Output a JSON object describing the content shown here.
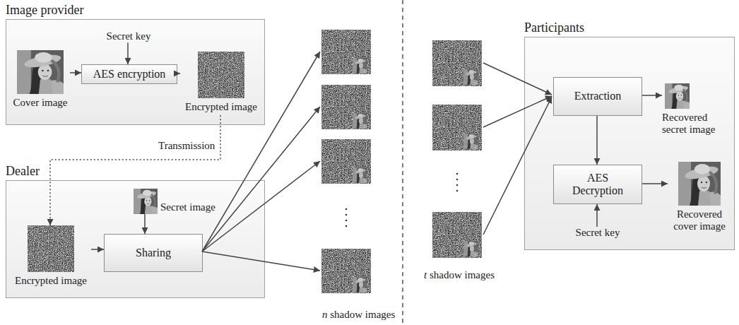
{
  "diagram": {
    "nodes": [
      {
        "text": [
          "Image provider"
        ]
      },
      {
        "text": [
          "Cover image"
        ],
        "in": 0
      },
      {
        "text": [
          "Secret key"
        ],
        "in": 0
      },
      {
        "text": [
          "AES encryption"
        ],
        "in": 0
      },
      {
        "text": [
          "Encrypted image"
        ],
        "in": 0
      },
      {
        "text": [
          "Dealer"
        ]
      },
      {
        "text": [
          "Secret image"
        ],
        "in": 5
      },
      {
        "text": [
          "Encrypted image"
        ],
        "in": 5
      },
      {
        "text": [
          "Sharing"
        ],
        "in": 5
      },
      {
        "text": [
          "Participants"
        ]
      },
      {
        "text": [
          "Extraction"
        ],
        "in": 9
      },
      {
        "text": [
          "Recovered secret image"
        ],
        "in": 9
      },
      {
        "text": [
          "AES Decryption"
        ],
        "in": 9
      },
      {
        "text": [
          "Recovered cover image"
        ],
        "in": 9
      },
      {
        "text": [
          "Secret key"
        ],
        "in": 9
      }
    ],
    "edges": [
      {
        "from": 1,
        "to": 3,
        "arrow": "to"
      },
      {
        "from": 2,
        "to": 3,
        "arrow": "to"
      },
      {
        "from": 3,
        "to": 4,
        "arrow": "to"
      },
      {
        "from": 4,
        "to": 7,
        "label": "Transmission",
        "arrow": "to"
      },
      {
        "from": 6,
        "to": 8,
        "arrow": "to"
      },
      {
        "from": 7,
        "to": 8,
        "arrow": "to"
      },
      {
        "from": 10,
        "to": 11,
        "arrow": "to"
      },
      {
        "from": 10,
        "to": 12,
        "arrow": "to"
      },
      {
        "from": 12,
        "to": 13,
        "arrow": "to"
      },
      {
        "from": 14,
        "to": 12,
        "arrow": "to"
      }
    ],
    "labels": [
      "n shadow images",
      "t shadow images"
    ]
  }
}
